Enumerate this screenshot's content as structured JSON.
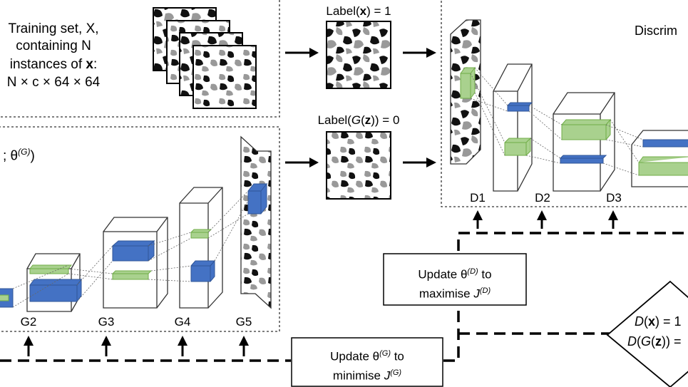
{
  "training": {
    "line1": "Training set, X,",
    "line2": "containing N",
    "line3_pre": "instances of ",
    "line3_bold": "x",
    "line3_post": ":",
    "line4": "N × c × 64 × 64"
  },
  "generator": {
    "partial_label": "; θ",
    "partial_sup": "(G)",
    "partial_post": ")",
    "layers": [
      "G2",
      "G3",
      "G4",
      "G5"
    ]
  },
  "discriminator": {
    "partial_title": "Discrim",
    "layers": [
      "D1",
      "D2",
      "D3"
    ]
  },
  "labels": {
    "real_pre": "Label(",
    "real_bold": "x",
    "real_post": ") = 1",
    "fake_pre": "Label(",
    "fake_italic": "G",
    "fake_mid": "(",
    "fake_bold": "z",
    "fake_post": ")) = 0"
  },
  "update_d": {
    "line1_pre": "Update θ",
    "line1_sup": "(D)",
    "line1_post": " to",
    "line2_pre": "maximise ",
    "line2_italic": "J",
    "line2_sup": "(D)"
  },
  "update_g": {
    "line1_pre": "Update θ",
    "line1_sup": "(G)",
    "line1_post": " to",
    "line2_pre": "minimise ",
    "line2_italic": "J",
    "line2_sup": "(G)"
  },
  "decision": {
    "line1_italic": "D",
    "line1_pre": "(",
    "line1_bold": "x",
    "line1_post": ") = 1",
    "line2_italic_a": "D",
    "line2_mid_a": "(",
    "line2_italic_b": "G",
    "line2_mid_b": "(",
    "line2_bold": "z",
    "line2_post": ")) ="
  },
  "colors": {
    "blue": "#4472c4",
    "blue_dark": "#2f5597",
    "green": "#a9d18e",
    "green_dark": "#70ad47"
  }
}
